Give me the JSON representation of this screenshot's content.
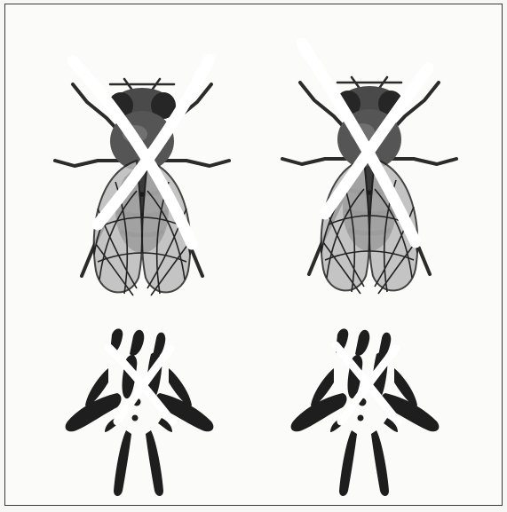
{
  "figure": {
    "panels": [
      {
        "position": "top-left",
        "subject": "fly-crossed-out"
      },
      {
        "position": "top-right",
        "subject": "fly-crossed-out"
      },
      {
        "position": "bottom-left",
        "subject": "crossed-out-pattern"
      },
      {
        "position": "bottom-right",
        "subject": "crossed-out-pattern"
      }
    ],
    "colors": {
      "border": "#3a3a3a",
      "ink": "#1e1e1e",
      "thorax": "#4b4b4b",
      "eye": "#2a2a2a",
      "wing": "#b4b4b4",
      "vein": "#222222",
      "cross": "#ffffff"
    }
  }
}
